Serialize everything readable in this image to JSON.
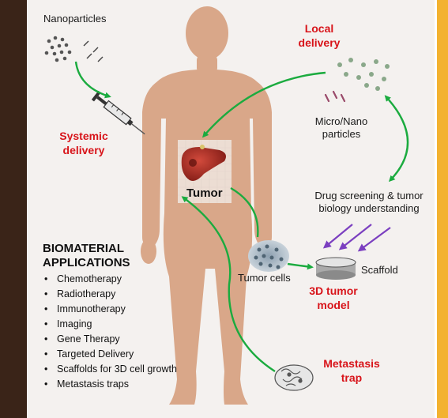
{
  "labels": {
    "nanoparticles": "Nanoparticles",
    "systemic_delivery": "Systemic delivery",
    "local_delivery": "Local delivery",
    "micro_nano_particles": "Micro/Nano particles",
    "tumor": "Tumor",
    "drug_screening": "Drug screening & tumor biology  understanding",
    "scaffold": "Scaffold",
    "tumor_cells": "Tumor cells",
    "tumor_model_3d": "3D tumor model",
    "metastasis_trap": "Metastasis trap"
  },
  "biomaterial": {
    "title_line1": "BIOMATERIAL",
    "title_line2": "APPLICATIONS",
    "items": [
      "Chemotherapy",
      "Radiotherapy",
      "Immunotherapy",
      "Imaging",
      "Gene Therapy",
      "Targeted Delivery",
      "Scaffolds for 3D cell growth",
      "Metastasis traps"
    ]
  },
  "colors": {
    "highlight_text": "#d8141a",
    "arrow": "#1bab3f",
    "purple_arrow": "#7b3fc0",
    "body": "#d9a789",
    "left_band": "#3a2418",
    "right_band": "#f3b230"
  }
}
